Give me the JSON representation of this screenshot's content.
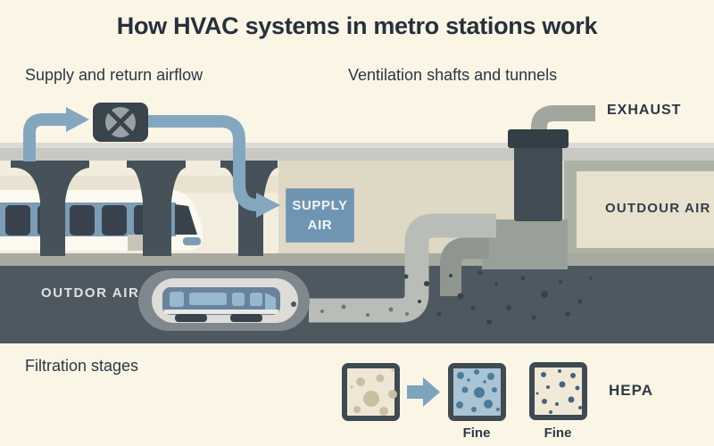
{
  "title": "How HVAC systems in metro stations work",
  "sections": {
    "supply": "Supply and return airflow",
    "ventilation": "Ventilation shafts and tunnels",
    "filtration": "Filtration stages"
  },
  "airflow": {
    "supply_air_line1": "SUPPLY",
    "supply_air_line2": "AIR",
    "exhaust_label": "EXHAUST",
    "outdoor_air_panel_label": "OUTDOUR AIR",
    "tunnel_air_label": "OUTDOR AIR"
  },
  "filtration": {
    "stages": [
      {
        "name": "coarse-filter",
        "label": ""
      },
      {
        "name": "fine-filter",
        "label": "Fine"
      },
      {
        "name": "hepa-filter",
        "label": "Fine"
      }
    ],
    "hepa_label": "HEPA"
  },
  "icons": {
    "fan": "fan-icon",
    "stage_arrow": "right-arrow-icon"
  },
  "colors": {
    "background": "#fbf5e6",
    "title_text": "#27313c",
    "accent_blue_airflow": "#84a7c0",
    "supply_box": "#7095b3",
    "tunnel": "#4d5861",
    "dark_slate_structure": "#46515a",
    "ceiling_band": "#c9c8c2",
    "filter_border": "#3f4a52",
    "fine_filter_fill": "#a9c4d4",
    "coarse_filter_fill": "#eee7d5"
  }
}
